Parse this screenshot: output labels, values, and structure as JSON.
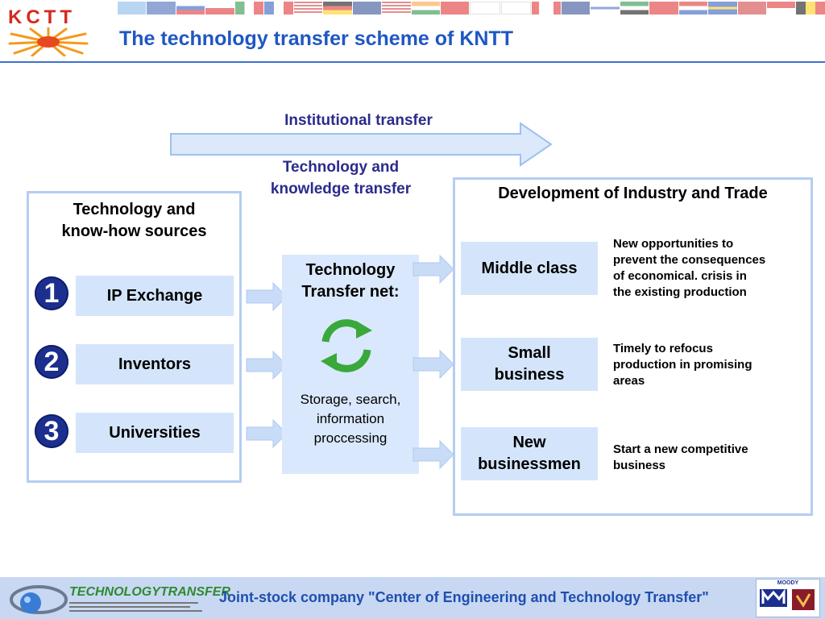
{
  "header": {
    "logo_text": "KCTT",
    "title": "The technology transfer scheme of KNTT"
  },
  "arrows": {
    "institutional_label": "Institutional transfer",
    "knowledge_label_line1": "Technology and",
    "knowledge_label_line2": "knowledge transfer"
  },
  "sources": {
    "heading_line1": "Technology and",
    "heading_line2": "know-how sources",
    "items": [
      {
        "number": "1",
        "label": "IP Exchange"
      },
      {
        "number": "2",
        "label": "Inventors"
      },
      {
        "number": "3",
        "label": "Universities"
      }
    ]
  },
  "network": {
    "heading_line1": "Technology",
    "heading_line2": "Transfer net:",
    "desc_line1": "Storage, search,",
    "desc_line2": "information",
    "desc_line3": "proccessing",
    "icon": "recycle-arrows-icon"
  },
  "development": {
    "heading": "Development of Industry and Trade",
    "items": [
      {
        "label_line1": "Middle class",
        "label_line2": "",
        "desc": [
          "New opportunities to",
          "prevent the consequences",
          "of economical. crisis in",
          "the existing production"
        ]
      },
      {
        "label_line1": "Small",
        "label_line2": "business",
        "desc": [
          "Timely to refocus",
          "production in promising",
          "areas"
        ]
      },
      {
        "label_line1": "New",
        "label_line2": "businessmen",
        "desc": [
          "Start a new competitive",
          "business"
        ]
      }
    ]
  },
  "footer": {
    "logo_word": "TECHNOLOGYTRANSFER",
    "company": "Joint-stock company \"Center of Engineering and Technology Transfer\"",
    "cert_text": "MOODY"
  },
  "colors": {
    "title_blue": "#1f57c3",
    "box_fill": "#d4e5fb",
    "box_border": "#b5cdf2",
    "arrow_fill": "#dbe9fb",
    "badge_navy": "#1c2f8f",
    "footer_bg": "#c8d8f3"
  }
}
